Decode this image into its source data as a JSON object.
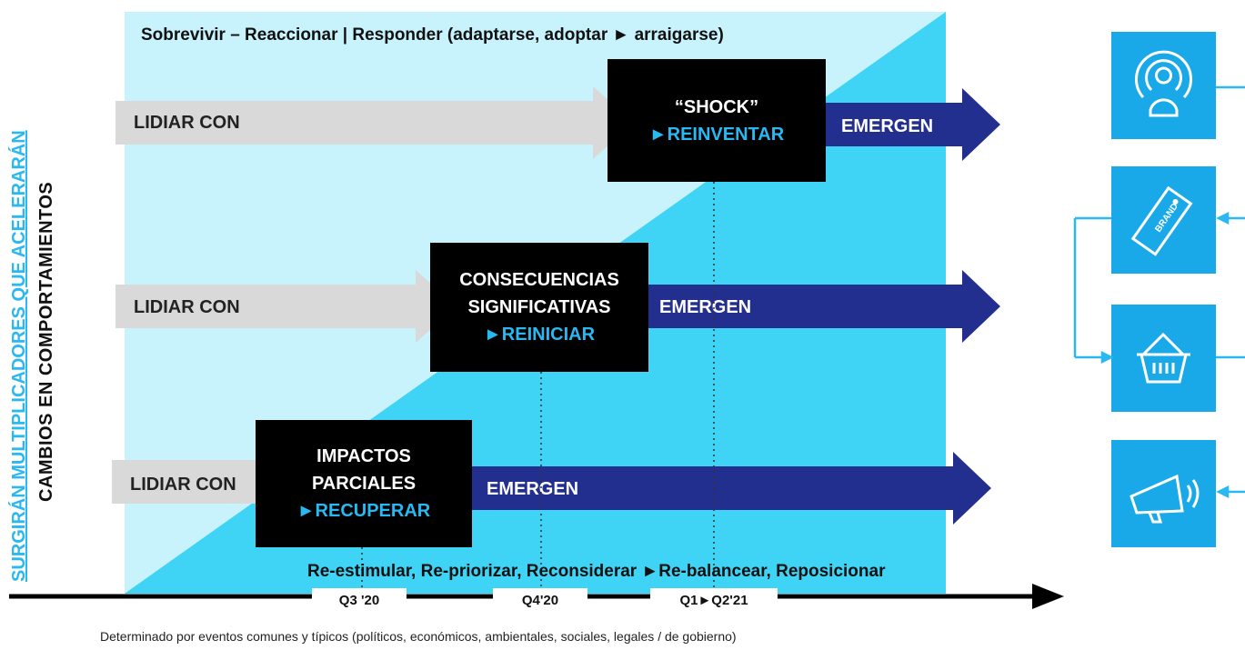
{
  "header": "Sobrevivir – Reaccionar | Responder (adaptarse, adoptar ► arraigarse)",
  "vertical_label": {
    "line1_underlined": "SURGIRÁN",
    "line1_rest": " MULTIPLICADORES QUE ACELERARÁN",
    "line2": "CAMBIOS  EN  COMPORTAMIENTOS"
  },
  "rows": [
    {
      "cope": "LIDIAR CON",
      "box_line1": "“SHOCK”",
      "box_line2": "",
      "box_action": "►REINVENTAR",
      "emerge": "EMERGEN"
    },
    {
      "cope": "LIDIAR CON",
      "box_line1": "CONSECUENCIAS",
      "box_line2": "SIGNIFICATIVAS",
      "box_action": "►REINICIAR",
      "emerge": "EMERGEN"
    },
    {
      "cope": "LIDIAR CON",
      "box_line1": "IMPACTOS",
      "box_line2": "PARCIALES",
      "box_action": "►RECUPERAR",
      "emerge": "EMERGEN"
    }
  ],
  "bottom_strategies": "Re-estimular,  Re-priorizar, Reconsiderar ►Re-balancear, Reposicionar",
  "timeline": [
    "Q3 '20",
    "Q4'20",
    "Q1►Q2'21"
  ],
  "caption": "Determinado por eventos comunes y típicos (políticos, económicos, ambientales, sociales, legales / de gobierno)",
  "icons": [
    "broadcast-person-icon",
    "brand-tag-icon",
    "shopping-basket-icon",
    "megaphone-icon"
  ],
  "icon_brand_text": "BRAND",
  "colors": {
    "light_cyan": "#c8f2fc",
    "cyan": "#3fd4f5",
    "accent_blue": "#29b8f2",
    "navy": "#232f8f",
    "grey_arrow": "#d9d9d9",
    "icon_blue": "#1aa9e8"
  }
}
